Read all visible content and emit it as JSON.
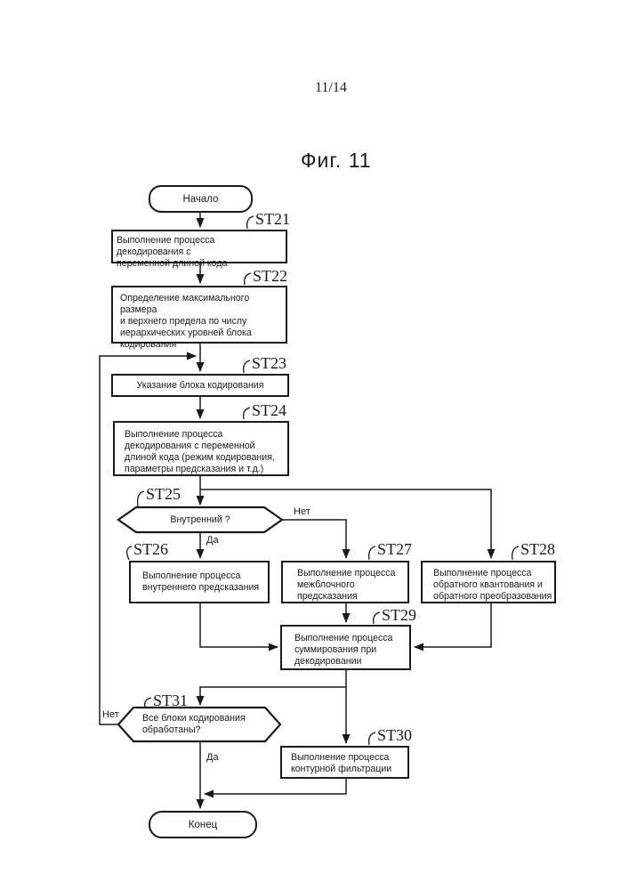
{
  "page": {
    "number": "11/14",
    "figure_title": "Фиг. 11"
  },
  "colors": {
    "ink": "#1a1a1a",
    "background": "#ffffff"
  },
  "flowchart": {
    "start_label": "Начало",
    "end_label": "Конец",
    "labels": {
      "yes": "Да",
      "no": "Нет"
    },
    "nodes": [
      {
        "id": "ST21",
        "type": "process",
        "text": "Выполнение процесса декодирования с\nпеременной длиной кода"
      },
      {
        "id": "ST22",
        "type": "process",
        "text": "Определение максимального размера\nи верхнего предела по числу\nиерархических уровней блока\nкодирования"
      },
      {
        "id": "ST23",
        "type": "process",
        "text": "Указание блока кодирования"
      },
      {
        "id": "ST24",
        "type": "process",
        "text": "Выполнение процесса\nдекодирования с переменной\nдлиной кода (режим кодирования,\nпараметры предсказания и т.д.)"
      },
      {
        "id": "ST25",
        "type": "decision",
        "text": "Внутренний ?"
      },
      {
        "id": "ST26",
        "type": "process",
        "text": "Выполнение процесса\nвнутреннего предсказания"
      },
      {
        "id": "ST27",
        "type": "process",
        "text": "Выполнение процесса\nмежблочного\nпредсказания"
      },
      {
        "id": "ST28",
        "type": "process",
        "text": "Выполнение процесса\nобратного квантования и\nобратного преобразования"
      },
      {
        "id": "ST29",
        "type": "process",
        "text": "Выполнение процесса\nсуммирования при\nдекодировании"
      },
      {
        "id": "ST30",
        "type": "process",
        "text": "Выполнение процесса\nконтурной фильтрации"
      },
      {
        "id": "ST31",
        "type": "decision",
        "text": "Все блоки кодирования\nобработаны?"
      }
    ]
  }
}
